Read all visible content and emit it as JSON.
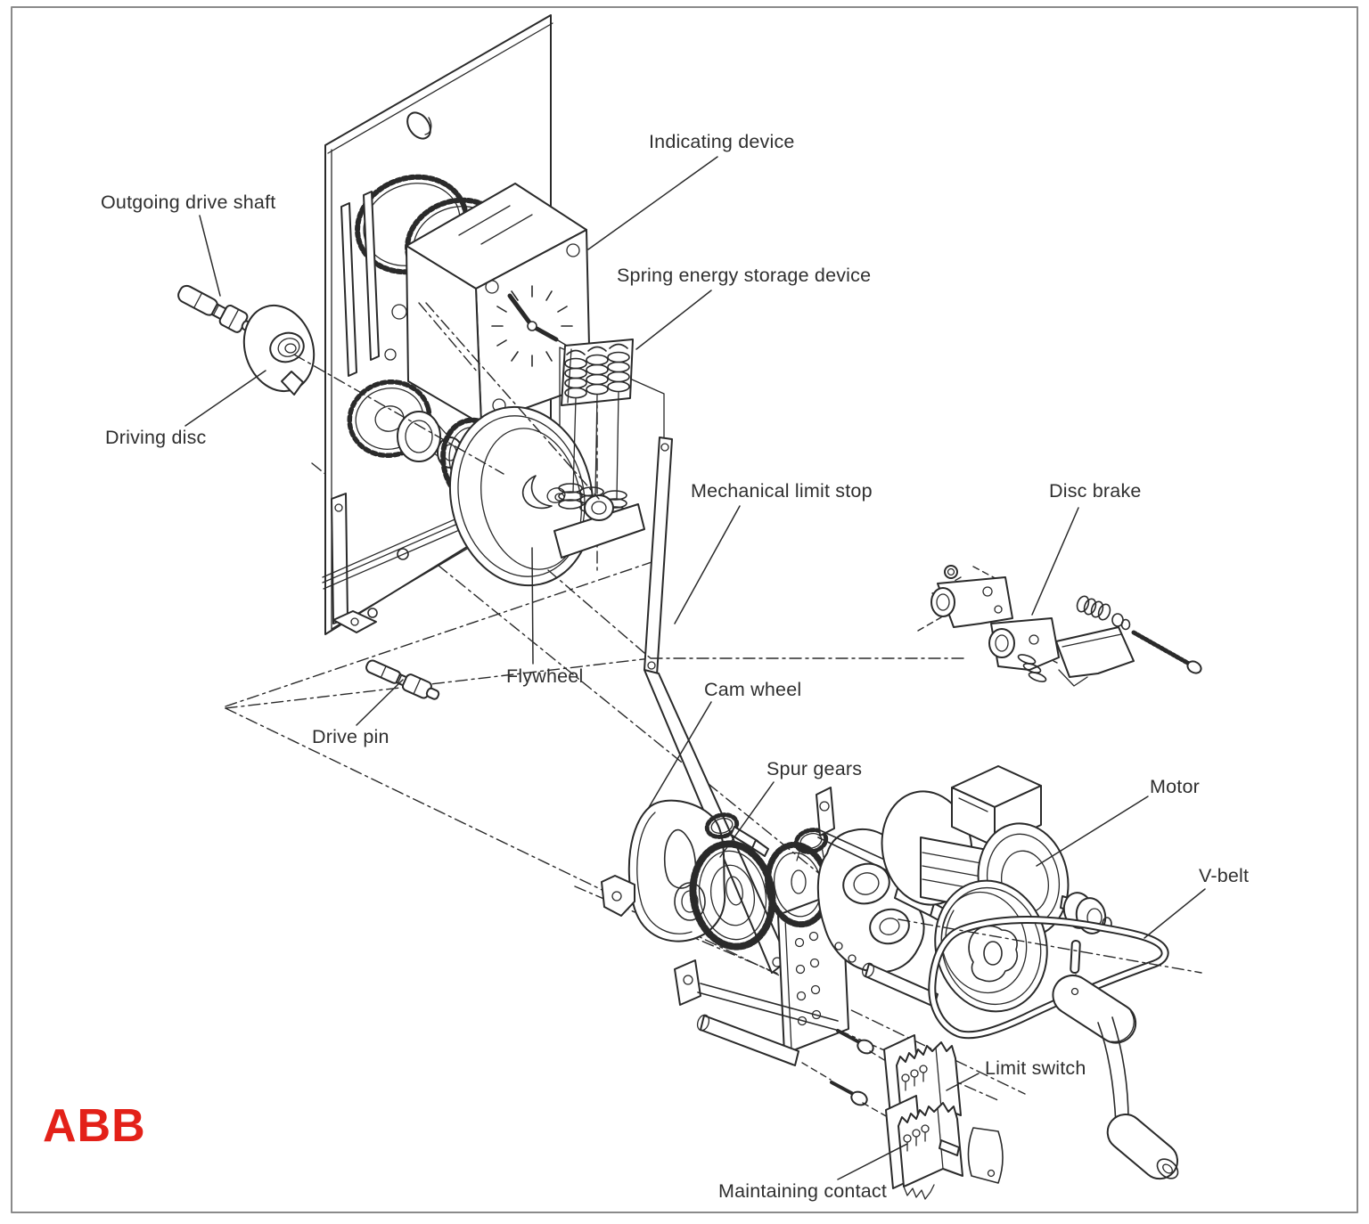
{
  "page": {
    "background": "#ffffff",
    "border_color": "#8a8a8a",
    "ink_color": "#2a2a2a"
  },
  "brand": {
    "logo_text": "ABB",
    "color": "#e32119"
  },
  "diagram": {
    "labels": {
      "indicating_device": "Indicating device",
      "outgoing_drive_shaft": "Outgoing drive shaft",
      "spring_energy_storage_device": "Spring energy storage device",
      "driving_disc": "Driving disc",
      "mechanical_limit_stop": "Mechanical limit stop",
      "disc_brake": "Disc brake",
      "flywheel": "Flywheel",
      "cam_wheel": "Cam wheel",
      "drive_pin": "Drive pin",
      "spur_gears": "Spur gears",
      "motor": "Motor",
      "v_belt": "V-belt",
      "limit_switch": "Limit switch",
      "maintaining_contact": "Maintaining contact"
    }
  }
}
